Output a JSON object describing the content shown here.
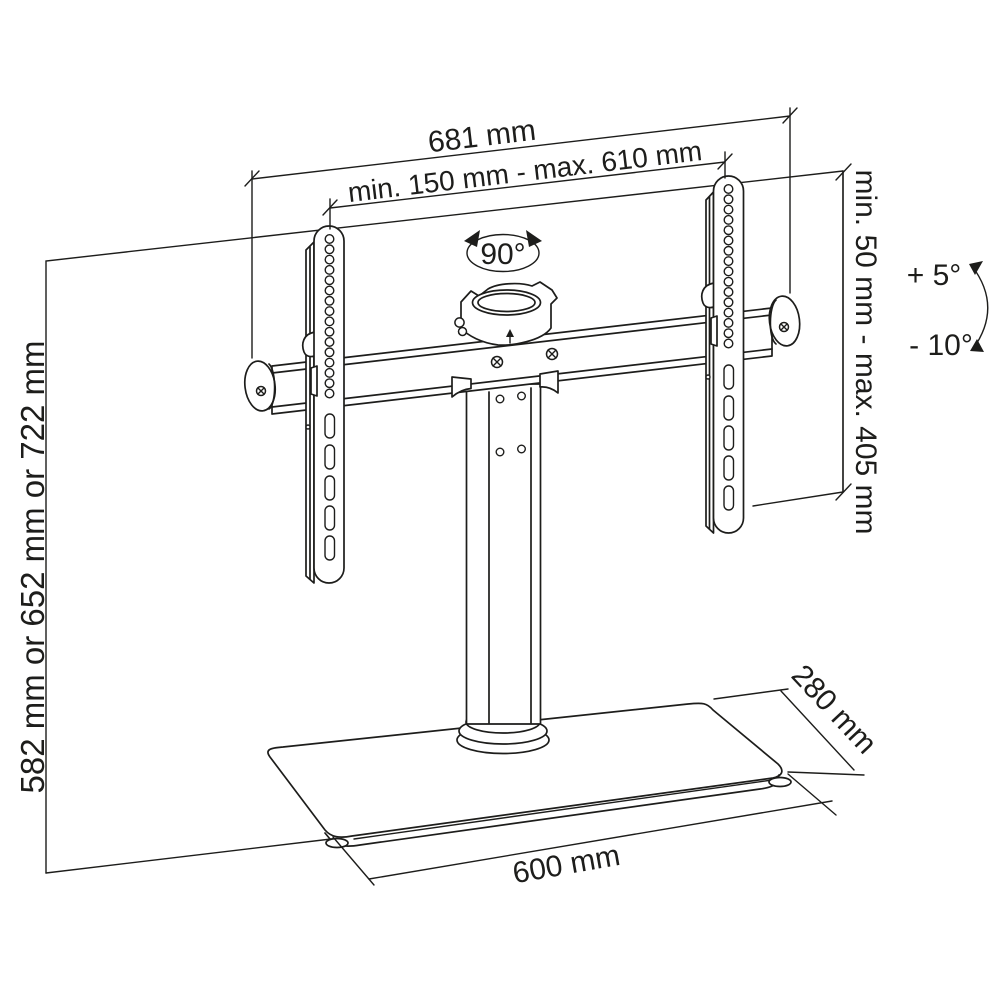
{
  "diagram": {
    "colors": {
      "ink": "#1d1d1b",
      "background": "#ffffff"
    },
    "labels": {
      "overall_width": "681 mm",
      "mount_width_range": "min. 150 mm - max. 610 mm",
      "swivel_angle": "90°",
      "height_adjust_range": "min. 50 mm - max. 405 mm",
      "tilt_up": "+ 5°",
      "tilt_down": "- 10°",
      "pole_height_options": "582 mm or 652 mm or 722 mm",
      "base_width": "600 mm",
      "base_depth": "280 mm"
    }
  }
}
